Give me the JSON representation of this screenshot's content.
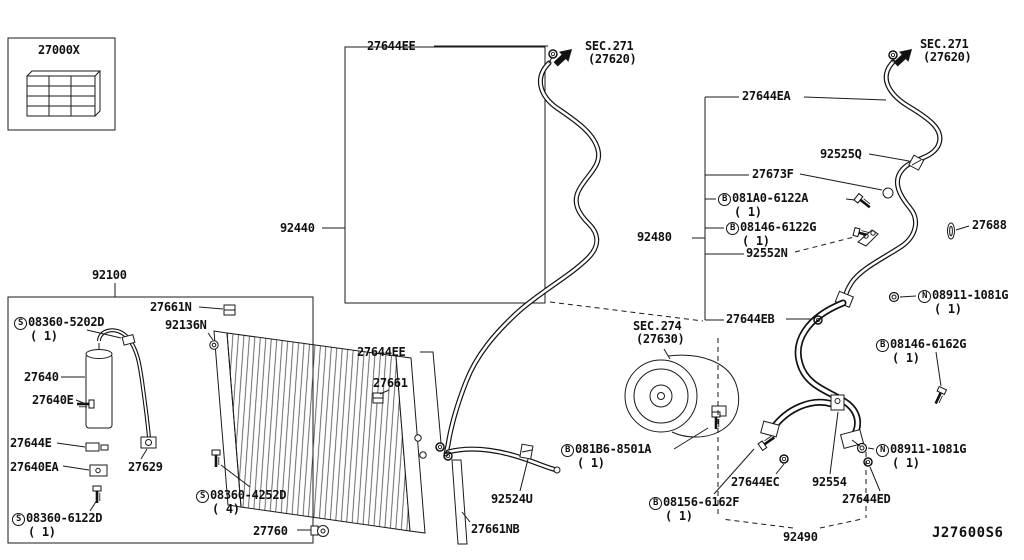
{
  "colors": {
    "line": "#1a1a1a",
    "background": "#ffffff"
  },
  "diagram_code": "J27600S6",
  "sections": {
    "sec271_top": {
      "title": "SEC.271",
      "ref": "(27620)"
    },
    "sec271_right": {
      "title": "SEC.271",
      "ref": "(27620)"
    },
    "sec274": {
      "title": "SEC.274",
      "ref": "(27630)"
    }
  },
  "parts": {
    "p27000X": "27000X",
    "p27644EE_top": "27644EE",
    "p27644EA": "27644EA",
    "p92525Q": "92525Q",
    "p27673F": "27673F",
    "p27688": "27688",
    "p92440": "92440",
    "p92480": "92480",
    "p92552N": "92552N",
    "p27644EB": "27644EB",
    "p92100": "92100",
    "p27661N": "27661N",
    "p92136N": "92136N",
    "p27640": "27640",
    "p27661": "27661",
    "p27640E": "27640E",
    "p27644EE_mid": "27644EE",
    "p27644E": "27644E",
    "p27640EA": "27640EA",
    "p27629": "27629",
    "p27644EC": "27644EC",
    "p92554": "92554",
    "p27644ED": "27644ED",
    "p92524U": "92524U",
    "p27760": "27760",
    "p27661NB": "27661NB",
    "p92490": "92490"
  },
  "fasteners": {
    "b081A0_6122A": {
      "prefix": "B",
      "code": "081A0-6122A",
      "qty": "( 1)"
    },
    "b08146_6122G": {
      "prefix": "B",
      "code": "08146-6122G",
      "qty": "( 1)"
    },
    "n08911_1081G_a": {
      "prefix": "N",
      "code": "08911-1081G",
      "qty": "( 1)"
    },
    "b08146_6162G": {
      "prefix": "B",
      "code": "08146-6162G",
      "qty": "( 1)"
    },
    "b081B6_8501A": {
      "prefix": "B",
      "code": "081B6-8501A",
      "qty": "( 1)"
    },
    "n08911_1081G_b": {
      "prefix": "N",
      "code": "08911-1081G",
      "qty": "( 1)"
    },
    "b08156_6162F": {
      "prefix": "B",
      "code": "08156-6162F",
      "qty": "( 1)"
    },
    "s08360_5202D": {
      "prefix": "S",
      "code": "08360-5202D",
      "qty": "( 1)"
    },
    "s08360_4252D": {
      "prefix": "S",
      "code": "08360-4252D",
      "qty": "( 4)"
    },
    "s08360_6122D": {
      "prefix": "S",
      "code": "08360-6122D",
      "qty": "( 1)"
    }
  }
}
